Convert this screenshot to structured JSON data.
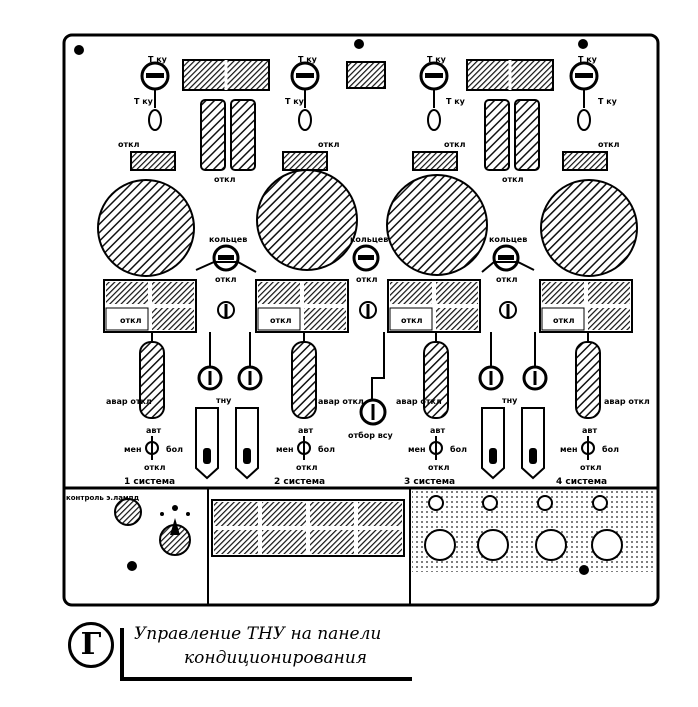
{
  "labels": {
    "t_ku": "T ку",
    "otkl": "откл",
    "kolcevo": "кольцев",
    "avar_otkl": "авар откл",
    "avt": "авт",
    "men": "мен",
    "bol": "бол",
    "tnu": "тну",
    "otbor_vsu": "отбор всу",
    "kontrol_ludi": "контроль э.лампд",
    "sys1": "1 система",
    "sys2": "2 система",
    "sys3": "3 система",
    "sys4": "4 система"
  },
  "caption": {
    "letter": "Г",
    "line1": "Управление ТНУ на панели",
    "line2": "кондиционирования"
  },
  "colors": {
    "ink": "#000000",
    "panel": "#ffffff",
    "hatch": "#1a1a1a"
  },
  "systems": 4
}
